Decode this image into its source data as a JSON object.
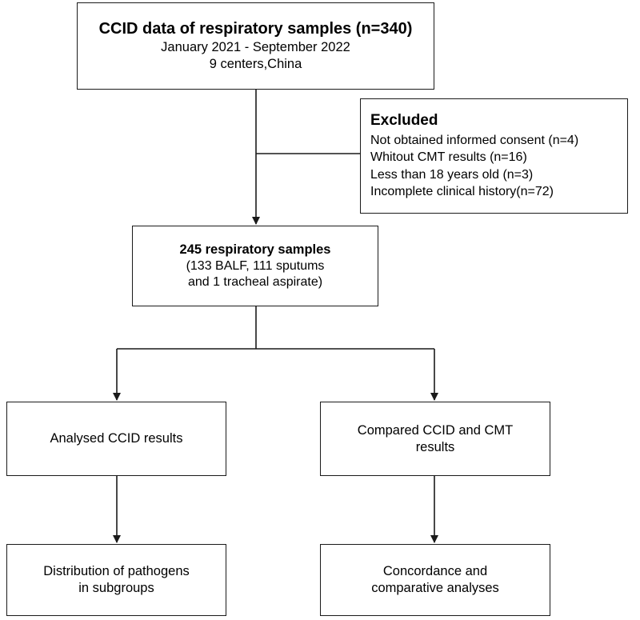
{
  "top_box": {
    "title": "CCID data of respiratory samples (n=340)",
    "period": "January 2021 - September 2022",
    "centers": "9 centers,China"
  },
  "excluded_box": {
    "title": "Excluded",
    "items": [
      "Not obtained informed consent (n=4)",
      "Whitout CMT results (n=16)",
      "Less than 18 years old (n=3)",
      "Incomplete clinical history(n=72)"
    ]
  },
  "samples_box": {
    "title": "245 respiratory samples",
    "line1": "(133 BALF, 111 sputums",
    "line2": "and 1 tracheal aspirate)"
  },
  "analysed_box": {
    "label": "Analysed CCID results"
  },
  "compared_box": {
    "line1": "Compared CCID and CMT",
    "line2": "results"
  },
  "distribution_box": {
    "line1": "Distribution of pathogens",
    "line2": "in subgroups"
  },
  "concordance_box": {
    "line1": "Concordance and",
    "line2": "comparative analyses"
  }
}
